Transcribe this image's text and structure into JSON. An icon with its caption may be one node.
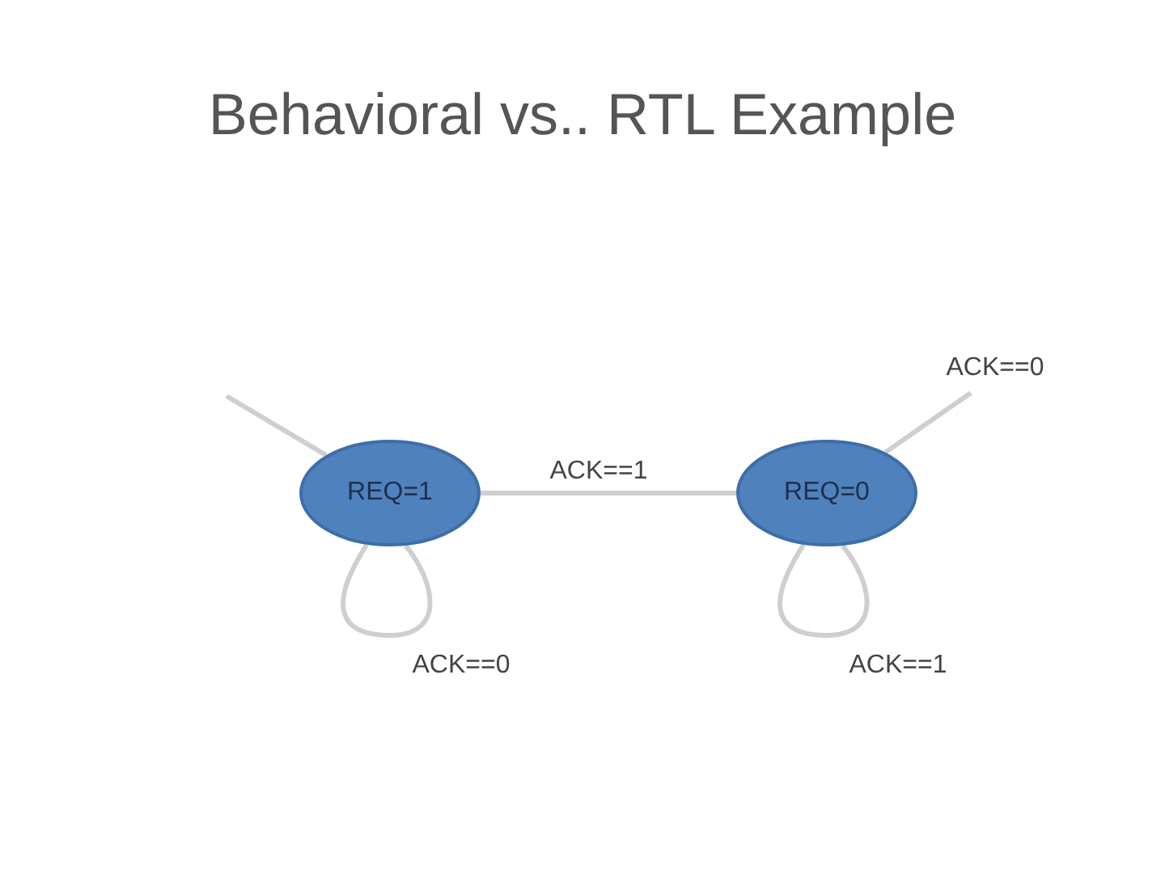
{
  "diagram": {
    "title": "Behavioral vs.. RTL Example",
    "nodes": [
      {
        "text": [
          "REQ=1"
        ]
      },
      {
        "text": [
          "REQ=0"
        ]
      }
    ],
    "edges": [
      {
        "from": null,
        "to": 0,
        "arrow": "none"
      },
      {
        "from": 0,
        "to": 1,
        "label": "ACK==1",
        "arrow": "none"
      },
      {
        "from": 0,
        "to": 0,
        "label": "ACK==0",
        "arrow": "none"
      },
      {
        "from": 1,
        "to": 1,
        "label": "ACK==1",
        "arrow": "none"
      },
      {
        "from": 1,
        "to": null,
        "label": "ACK==0",
        "arrow": "none"
      }
    ]
  }
}
